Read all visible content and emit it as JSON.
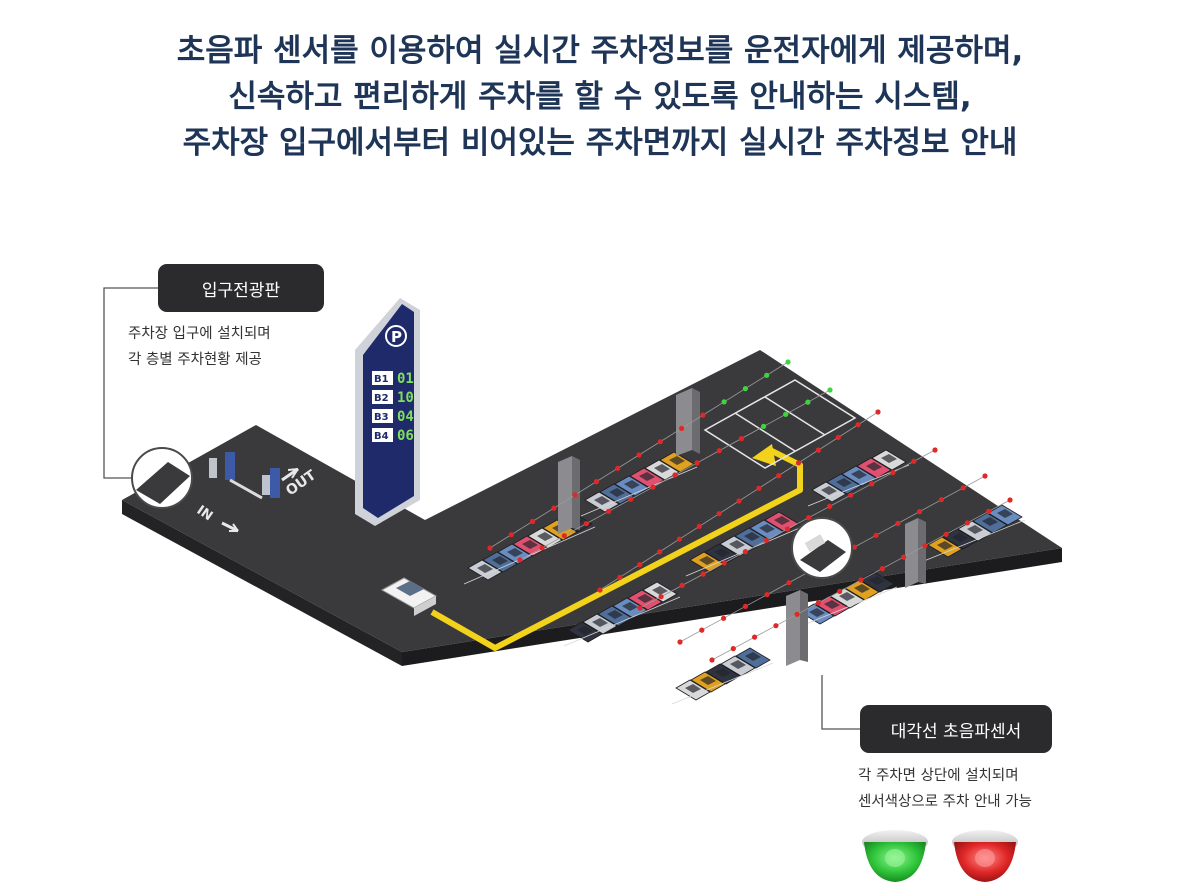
{
  "headline": {
    "line1": "초음파 센서를 이용하여 실시간 주차정보를 운전자에게 제공하며,",
    "line2": "신속하고 편리하게 주차를 할 수 있도록 안내하는 시스템,",
    "line3": "주차장 입구에서부터 비어있는 주차면까지 실시간 주차정보 안내"
  },
  "entrance_board": {
    "title": "입구전광판",
    "desc_line1": "주차장 입구에 설치되며",
    "desc_line2": "각 층별 주차현황 제공",
    "logo": "P",
    "floors": [
      {
        "label": "B1",
        "count": "01"
      },
      {
        "label": "B2",
        "count": "10"
      },
      {
        "label": "B3",
        "count": "04"
      },
      {
        "label": "B4",
        "count": "06"
      }
    ]
  },
  "sensor": {
    "title": "대각선 초음파센서",
    "desc_line1": "각 주차면 상단에 설치되며",
    "desc_line2": "센서색상으로 주차 안내 가능"
  },
  "floor_markings": {
    "out": "OUT",
    "in": "IN"
  },
  "colors": {
    "headline": "#1e3557",
    "callout_bg": "#2b2b2d",
    "floor": "#3a3a3d",
    "guide_path": "#f2d21a",
    "led_green": "#3fd43f",
    "led_red": "#e02828",
    "board_navy": "#1f2a6b",
    "board_digits": "#7fe05a"
  }
}
